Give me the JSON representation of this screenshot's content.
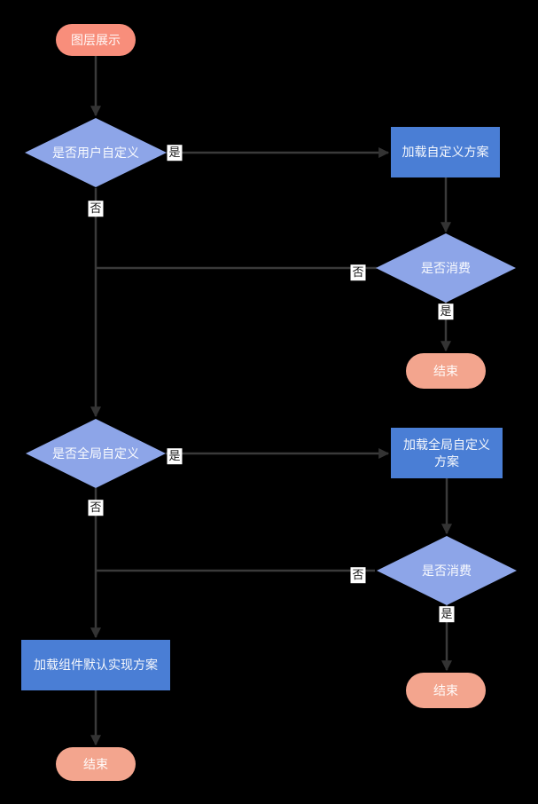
{
  "flowchart": {
    "title": "layer-display-flowchart",
    "colors": {
      "background": "#000000",
      "start_node": "#f88e7b",
      "end_node": "#f3a58e",
      "decision_node": "#8da5e8",
      "process_node": "#4a7ed5",
      "connector": "#3a3a3a",
      "node_text": "#ffffff",
      "edge_label_text": "#1a1a1a",
      "edge_label_bg": "#ffffff"
    },
    "nodes": [
      {
        "id": "start",
        "type": "terminal-start",
        "label": "图层展示"
      },
      {
        "id": "decision-user-custom",
        "type": "decision",
        "label": "是否用户自定义"
      },
      {
        "id": "process-load-custom",
        "type": "process",
        "label": "加载自定义方案"
      },
      {
        "id": "decision-consume-top",
        "type": "decision",
        "label": "是否消费"
      },
      {
        "id": "end-top-right",
        "type": "terminal-end",
        "label": "结束"
      },
      {
        "id": "decision-global-custom",
        "type": "decision",
        "label": "是否全局自定义"
      },
      {
        "id": "process-load-global",
        "type": "process",
        "label": "加载全局自定义方案"
      },
      {
        "id": "decision-consume-bottom",
        "type": "decision",
        "label": "是否消费"
      },
      {
        "id": "end-bottom-right",
        "type": "terminal-end",
        "label": "结束"
      },
      {
        "id": "process-load-default",
        "type": "process",
        "label": "加载组件默认实现方案"
      },
      {
        "id": "end-bottom-left",
        "type": "terminal-end",
        "label": "结束"
      }
    ],
    "edge_labels": [
      {
        "edge": "user-custom-yes",
        "label": "是"
      },
      {
        "edge": "user-custom-no",
        "label": "否"
      },
      {
        "edge": "consume-top-no",
        "label": "否"
      },
      {
        "edge": "consume-top-yes",
        "label": "是"
      },
      {
        "edge": "global-custom-yes",
        "label": "是"
      },
      {
        "edge": "global-custom-no",
        "label": "否"
      },
      {
        "edge": "consume-bottom-no",
        "label": "否"
      },
      {
        "edge": "consume-bottom-yes",
        "label": "是"
      }
    ]
  }
}
